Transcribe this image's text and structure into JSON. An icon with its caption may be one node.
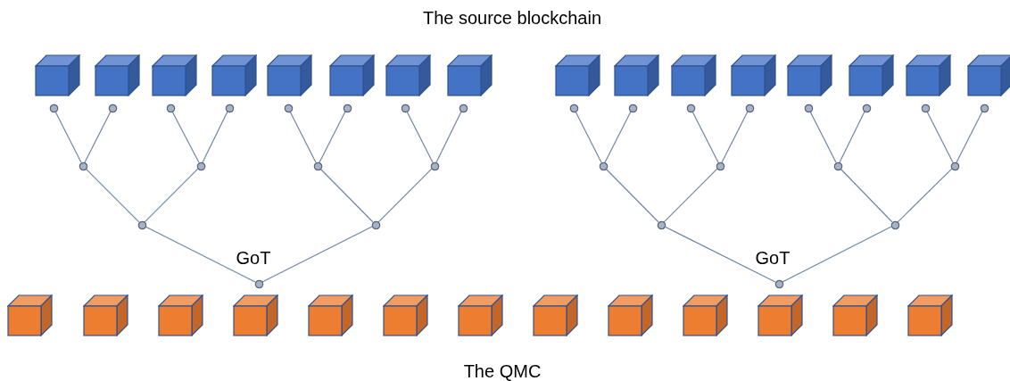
{
  "diagram": {
    "nodes": [
      {
        "text": [],
        "shape": "cube"
      },
      {
        "text": [],
        "shape": "cube"
      },
      {
        "text": [],
        "shape": "cube"
      },
      {
        "text": [],
        "shape": "cube"
      },
      {
        "text": [],
        "shape": "cube"
      },
      {
        "text": [],
        "shape": "cube"
      },
      {
        "text": [],
        "shape": "cube"
      },
      {
        "text": [],
        "shape": "cube"
      },
      {
        "text": [],
        "shape": "cube"
      },
      {
        "text": [],
        "shape": "cube"
      },
      {
        "text": [],
        "shape": "cube"
      },
      {
        "text": [],
        "shape": "cube"
      },
      {
        "text": [],
        "shape": "cube"
      },
      {
        "text": [],
        "shape": "cube"
      },
      {
        "text": [],
        "shape": "cube"
      },
      {
        "text": [],
        "shape": "cube"
      },
      {
        "text": [],
        "shape": "circle"
      },
      {
        "text": [],
        "shape": "circle"
      },
      {
        "text": [],
        "shape": "circle"
      },
      {
        "text": [],
        "shape": "circle"
      },
      {
        "text": [],
        "shape": "circle"
      },
      {
        "text": [],
        "shape": "circle"
      },
      {
        "text": [],
        "shape": "circle"
      },
      {
        "text": [],
        "shape": "circle"
      },
      {
        "text": [],
        "shape": "circle"
      },
      {
        "text": [],
        "shape": "circle"
      },
      {
        "text": [],
        "shape": "circle"
      },
      {
        "text": [],
        "shape": "circle"
      },
      {
        "text": [],
        "shape": "circle"
      },
      {
        "text": [],
        "shape": "circle"
      },
      {
        "text": [],
        "shape": "circle"
      },
      {
        "text": [],
        "shape": "circle"
      },
      {
        "text": [],
        "shape": "circle"
      },
      {
        "text": [],
        "shape": "circle"
      },
      {
        "text": [],
        "shape": "circle"
      },
      {
        "text": [],
        "shape": "circle"
      },
      {
        "text": [],
        "shape": "circle"
      },
      {
        "text": [],
        "shape": "circle"
      },
      {
        "text": [],
        "shape": "circle"
      },
      {
        "text": [],
        "shape": "circle"
      },
      {
        "text": [],
        "shape": "circle"
      },
      {
        "text": [],
        "shape": "circle"
      },
      {
        "text": [],
        "shape": "circle"
      },
      {
        "text": [],
        "shape": "circle"
      },
      {
        "text": [],
        "shape": "circle"
      },
      {
        "text": [],
        "shape": "circle"
      },
      {
        "text": [],
        "shape": "cube"
      },
      {
        "text": [],
        "shape": "cube"
      },
      {
        "text": [],
        "shape": "cube"
      },
      {
        "text": [],
        "shape": "cube"
      },
      {
        "text": [],
        "shape": "cube"
      },
      {
        "text": [],
        "shape": "cube"
      },
      {
        "text": [],
        "shape": "cube"
      },
      {
        "text": [],
        "shape": "cube"
      },
      {
        "text": [],
        "shape": "cube"
      },
      {
        "text": [],
        "shape": "cube"
      },
      {
        "text": [],
        "shape": "cube"
      },
      {
        "text": [],
        "shape": "cube"
      },
      {
        "text": [],
        "shape": "cube"
      }
    ],
    "edges": [
      {
        "from": 16,
        "to": 32,
        "arrow": "none"
      },
      {
        "from": 17,
        "to": 32,
        "arrow": "none"
      },
      {
        "from": 18,
        "to": 33,
        "arrow": "none"
      },
      {
        "from": 19,
        "to": 33,
        "arrow": "none"
      },
      {
        "from": 20,
        "to": 34,
        "arrow": "none"
      },
      {
        "from": 21,
        "to": 34,
        "arrow": "none"
      },
      {
        "from": 22,
        "to": 35,
        "arrow": "none"
      },
      {
        "from": 23,
        "to": 35,
        "arrow": "none"
      },
      {
        "from": 24,
        "to": 36,
        "arrow": "none"
      },
      {
        "from": 25,
        "to": 36,
        "arrow": "none"
      },
      {
        "from": 26,
        "to": 37,
        "arrow": "none"
      },
      {
        "from": 27,
        "to": 37,
        "arrow": "none"
      },
      {
        "from": 28,
        "to": 38,
        "arrow": "none"
      },
      {
        "from": 29,
        "to": 38,
        "arrow": "none"
      },
      {
        "from": 30,
        "to": 39,
        "arrow": "none"
      },
      {
        "from": 31,
        "to": 39,
        "arrow": "none"
      },
      {
        "from": 32,
        "to": 40,
        "arrow": "none"
      },
      {
        "from": 33,
        "to": 40,
        "arrow": "none"
      },
      {
        "from": 34,
        "to": 41,
        "arrow": "none"
      },
      {
        "from": 35,
        "to": 41,
        "arrow": "none"
      },
      {
        "from": 36,
        "to": 42,
        "arrow": "none"
      },
      {
        "from": 37,
        "to": 42,
        "arrow": "none"
      },
      {
        "from": 38,
        "to": 43,
        "arrow": "none"
      },
      {
        "from": 39,
        "to": 43,
        "arrow": "none"
      },
      {
        "from": 40,
        "to": 44,
        "arrow": "none"
      },
      {
        "from": 41,
        "to": 44,
        "arrow": "none"
      },
      {
        "from": 42,
        "to": 45,
        "arrow": "none"
      },
      {
        "from": 43,
        "to": 45,
        "arrow": "none"
      }
    ],
    "labels": [
      "The source blockchain",
      "GoT",
      "GoT",
      "The QMC"
    ]
  }
}
